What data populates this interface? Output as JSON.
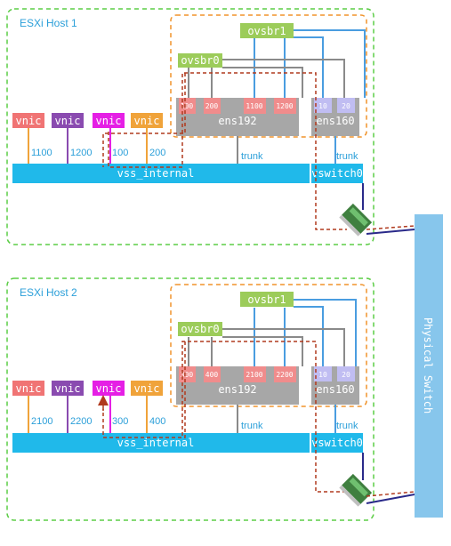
{
  "hosts": [
    {
      "title": "ESXi Host 1",
      "ovsbr0": "ovsbr0",
      "ovsbr1": "ovsbr1",
      "ens192": "ens192",
      "ens160": "ens160",
      "vswitch0": "vswitch0",
      "vss": "vss_internal",
      "trunk1": "trunk",
      "trunk2": "trunk",
      "vnics": [
        "vnic",
        "vnic",
        "vnic",
        "vnic"
      ],
      "vlans": [
        "1100",
        "1200",
        "100",
        "200"
      ],
      "ports192": [
        "100",
        "200",
        "1100",
        "1200"
      ],
      "ports160": [
        "10",
        "20"
      ]
    },
    {
      "title": "ESXi Host 2",
      "ovsbr0": "ovsbr0",
      "ovsbr1": "ovsbr1",
      "ens192": "ens192",
      "ens160": "ens160",
      "vswitch0": "vswitch0",
      "vss": "vss_internal",
      "trunk1": "trunk",
      "trunk2": "trunk",
      "vnics": [
        "vnic",
        "vnic",
        "vnic",
        "vnic"
      ],
      "vlans": [
        "2100",
        "2200",
        "300",
        "400"
      ],
      "ports192": [
        "300",
        "400",
        "2100",
        "2200"
      ],
      "ports160": [
        "10",
        "20"
      ]
    }
  ],
  "physical_switch": "Physical Switch",
  "colors": {
    "host_border": "#5ccd46",
    "ovs_border": "#f0932b",
    "ovs_green": "#9ccc5a",
    "nic_gray": "#a7a7a7",
    "port_red": "#f08c8c",
    "port_lavender": "#c0bdf2",
    "blue_bar": "#20b9ea",
    "blue_line": "#4a9de0",
    "vnic_colors": [
      "#f07474",
      "#8a4bb0",
      "#e51fe5",
      "#f0a33a"
    ],
    "red_dash": "#b03a1e",
    "navy": "#2a2a8a",
    "label_blue": "#2b9fd9"
  }
}
